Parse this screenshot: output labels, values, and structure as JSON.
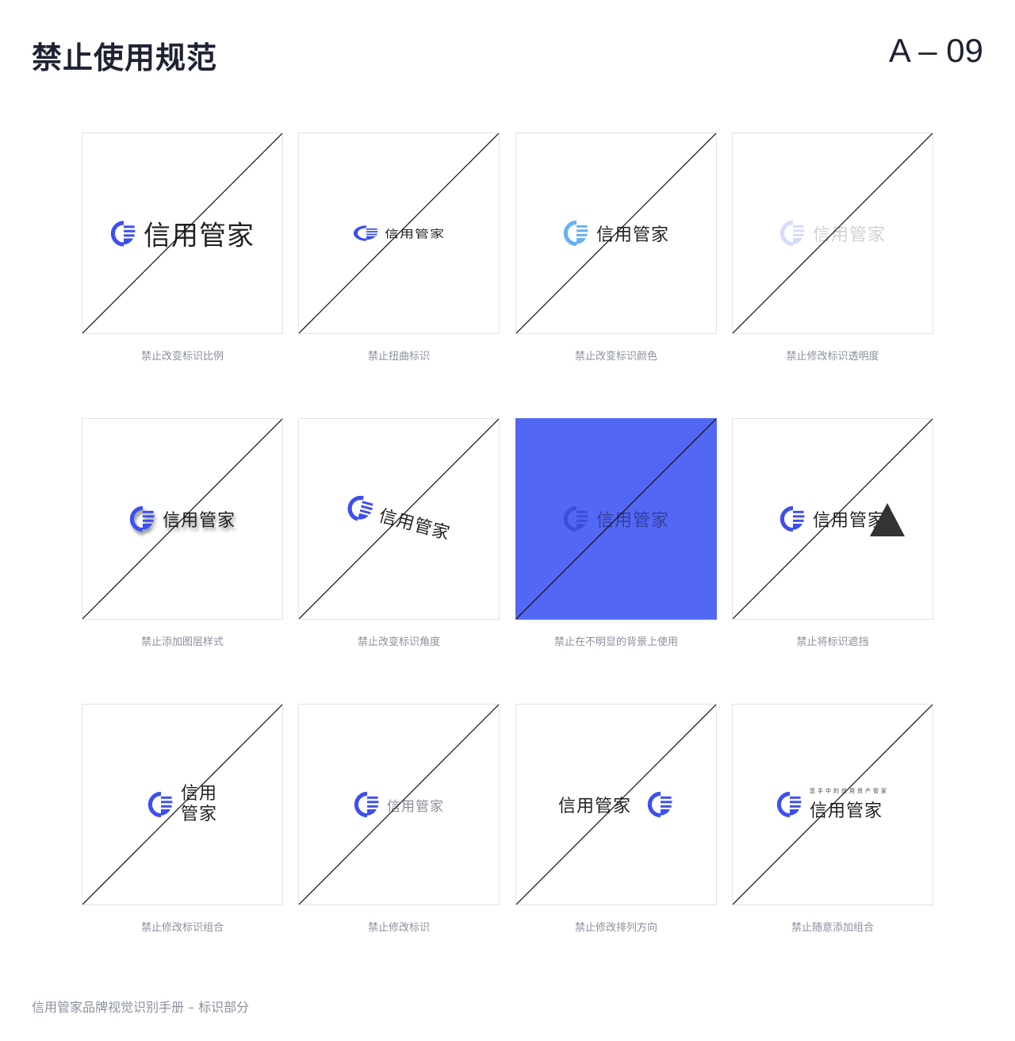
{
  "header": {
    "title": "禁止使用规范",
    "code": "A – 09"
  },
  "footer": "信用管家品牌视觉识别手册 – 标识部分",
  "brand": {
    "name": "信用管家",
    "name_line1": "信用",
    "name_line2": "管家",
    "tagline": "您手中的信用资产管家",
    "color": "#3d4ff0",
    "light_color": "#6ab0f5",
    "bg_color": "#5268f5"
  },
  "cards": [
    {
      "caption": "禁止改变标识比例"
    },
    {
      "caption": "禁止扭曲标识"
    },
    {
      "caption": "禁止改变标识颜色"
    },
    {
      "caption": "禁止修改标识透明度"
    },
    {
      "caption": "禁止添加图层样式"
    },
    {
      "caption": "禁止改变标识角度"
    },
    {
      "caption": "禁止在不明显的背景上使用"
    },
    {
      "caption": "禁止将标识遮挡"
    },
    {
      "caption": "禁止修改标识组合"
    },
    {
      "caption": "禁止修改标识"
    },
    {
      "caption": "禁止修改排列方向"
    },
    {
      "caption": "禁止随意添加组合"
    }
  ]
}
